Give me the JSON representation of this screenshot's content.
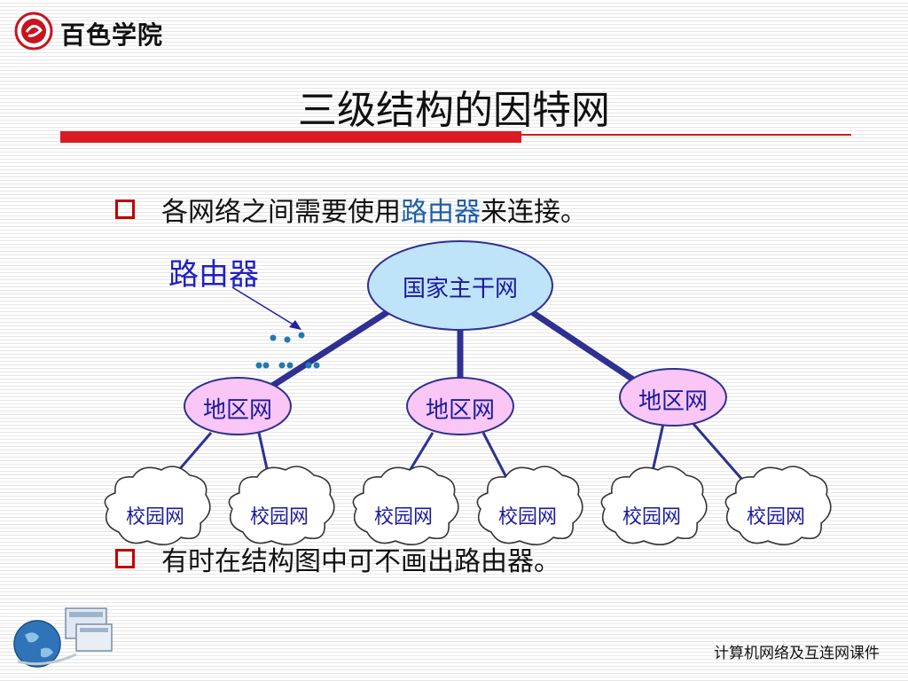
{
  "header": {
    "logo_text": "百色学院",
    "title": "三级结构的因特网"
  },
  "bullets": [
    {
      "before": "各网络之间需要使用",
      "highlight": "路由器",
      "after": "来连接。"
    },
    {
      "text": "有时在结构图中可不画出路由器。"
    }
  ],
  "diagram": {
    "router_label": "路由器",
    "backbone": "国家主干网",
    "regions": [
      "地区网",
      "地区网",
      "地区网"
    ],
    "campuses": [
      "校园网",
      "校园网",
      "校园网",
      "校园网",
      "校园网",
      "校园网"
    ],
    "colors": {
      "backbone_fill": "#bfe3f8",
      "region_fill": "#f9c6f5",
      "link": "#2e3192"
    }
  },
  "footer": {
    "text": "计算机网络及互连网课件"
  }
}
